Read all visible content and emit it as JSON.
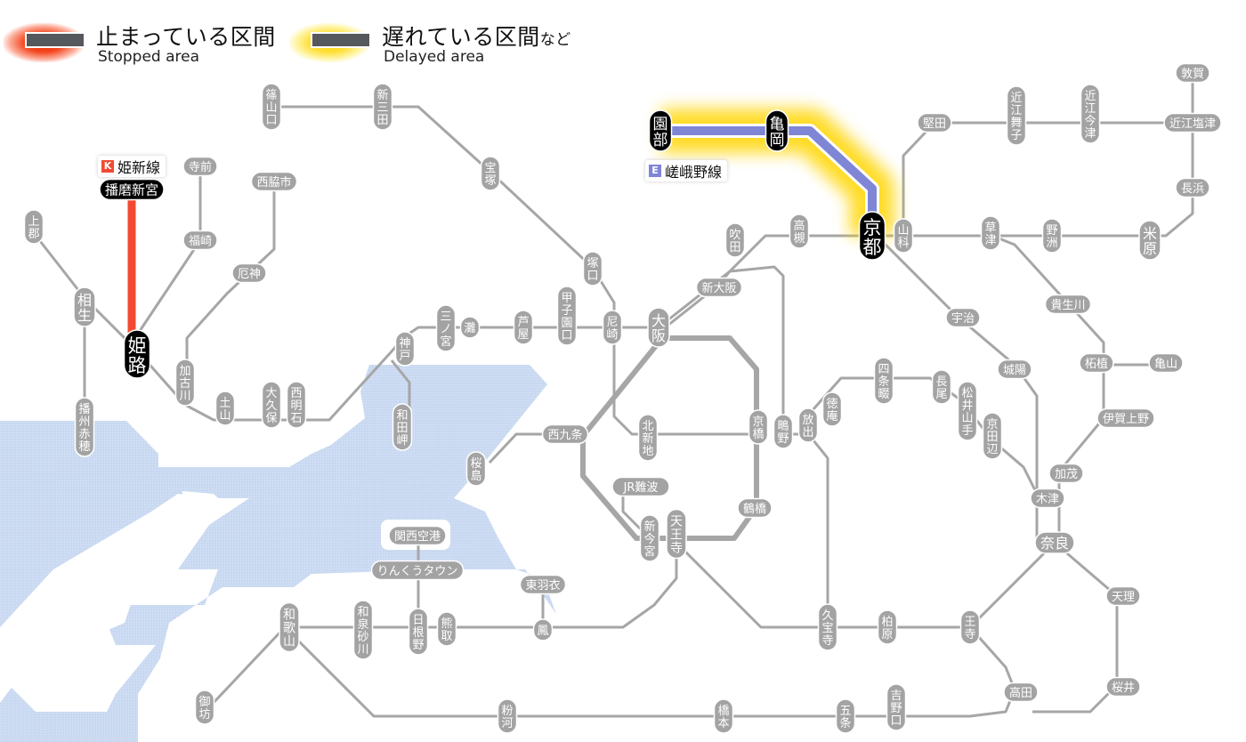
{
  "legend": {
    "stopped": {
      "label_jp": "止まっている区間",
      "label_en": "Stopped area",
      "glow_color": "#f24a22"
    },
    "delayed": {
      "label_jp": "遅れている区間",
      "label_jp_suffix": "など",
      "label_en": "Delayed area",
      "glow_color": "#ffd500"
    }
  },
  "colors": {
    "water": "#cddcf2",
    "line": "#a6a6a6",
    "station_fill": "#a3a3a3",
    "affected_station_fill": "#000000",
    "stopped_line": "#f24a32",
    "delayed_glow": "#ffd500",
    "sagano_line": "#7f86d6"
  },
  "affected_lines": [
    {
      "id": "K",
      "name": "姫新線",
      "code_color": "#f24a32",
      "status": "stopped",
      "section": [
        "播磨新宮",
        "姫路"
      ]
    },
    {
      "id": "E",
      "name": "嵯峨野線",
      "code_color": "#7f86d6",
      "status": "delayed",
      "section": [
        "園部",
        "亀岡",
        "京都"
      ]
    }
  ],
  "stations": [
    {
      "name": "播磨新宮",
      "affected": true
    },
    {
      "name": "姫路",
      "affected": true
    },
    {
      "name": "園部",
      "affected": true
    },
    {
      "name": "亀岡",
      "affected": true
    },
    {
      "name": "京都",
      "affected": true
    },
    {
      "name": "上郡"
    },
    {
      "name": "相生"
    },
    {
      "name": "播州赤穂"
    },
    {
      "name": "寺前"
    },
    {
      "name": "福崎"
    },
    {
      "name": "西脇市"
    },
    {
      "name": "厄神"
    },
    {
      "name": "加古川"
    },
    {
      "name": "土山"
    },
    {
      "name": "大久保"
    },
    {
      "name": "西明石"
    },
    {
      "name": "神戸"
    },
    {
      "name": "和田岬"
    },
    {
      "name": "三ノ宮"
    },
    {
      "name": "灘"
    },
    {
      "name": "芦屋"
    },
    {
      "name": "甲子園口"
    },
    {
      "name": "尼崎"
    },
    {
      "name": "大阪"
    },
    {
      "name": "篠山口"
    },
    {
      "name": "新三田"
    },
    {
      "name": "宝塚"
    },
    {
      "name": "塚口"
    },
    {
      "name": "新大阪"
    },
    {
      "name": "吹田"
    },
    {
      "name": "高槻"
    },
    {
      "name": "山科"
    },
    {
      "name": "堅田"
    },
    {
      "name": "近江舞子"
    },
    {
      "name": "近江今津"
    },
    {
      "name": "近江塩津"
    },
    {
      "name": "敦賀"
    },
    {
      "name": "長浜"
    },
    {
      "name": "米原"
    },
    {
      "name": "野洲"
    },
    {
      "name": "草津"
    },
    {
      "name": "貴生川"
    },
    {
      "name": "柘植"
    },
    {
      "name": "亀山"
    },
    {
      "name": "伊賀上野"
    },
    {
      "name": "加茂"
    },
    {
      "name": "宇治"
    },
    {
      "name": "城陽"
    },
    {
      "name": "木津"
    },
    {
      "name": "奈良"
    },
    {
      "name": "天理"
    },
    {
      "name": "桜井"
    },
    {
      "name": "高田"
    },
    {
      "name": "王寺"
    },
    {
      "name": "京田辺"
    },
    {
      "name": "松井山手"
    },
    {
      "name": "長尾"
    },
    {
      "name": "四条畷"
    },
    {
      "name": "徳庵"
    },
    {
      "name": "放出"
    },
    {
      "name": "鴫野"
    },
    {
      "name": "京橋"
    },
    {
      "name": "北新地"
    },
    {
      "name": "西九条"
    },
    {
      "name": "桜島"
    },
    {
      "name": "JR難波"
    },
    {
      "name": "新今宮"
    },
    {
      "name": "天王寺"
    },
    {
      "name": "鶴橋"
    },
    {
      "name": "久宝寺"
    },
    {
      "name": "柏原"
    },
    {
      "name": "関西空港"
    },
    {
      "name": "りんくうタウン"
    },
    {
      "name": "日根野"
    },
    {
      "name": "熊取"
    },
    {
      "name": "和泉砂川"
    },
    {
      "name": "和歌山"
    },
    {
      "name": "御坊"
    },
    {
      "name": "東羽衣"
    },
    {
      "name": "鳳"
    },
    {
      "name": "粉河"
    },
    {
      "name": "橋本"
    },
    {
      "name": "五条"
    },
    {
      "name": "吉野口"
    }
  ]
}
